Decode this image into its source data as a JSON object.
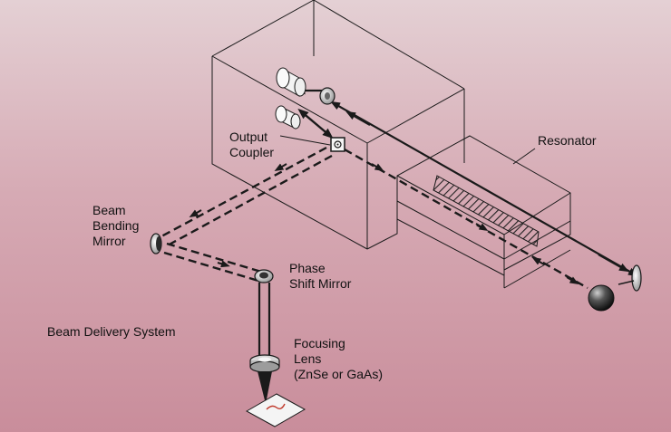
{
  "labels": {
    "resonator": "Resonator",
    "output_coupler": [
      "Output",
      "Coupler"
    ],
    "beam_bending_mirror": [
      "Beam",
      "Bending",
      "Mirror"
    ],
    "phase_shift_mirror": [
      "Phase",
      "Shift Mirror"
    ],
    "beam_delivery_system": "Beam Delivery System",
    "focusing_lens": [
      "Focusing",
      "Lens",
      "(ZnSe or GaAs)"
    ]
  },
  "colors": {
    "background_top": "#e4d0d4",
    "background_bottom": "#c98d9b",
    "line": "#1a1a1a"
  }
}
